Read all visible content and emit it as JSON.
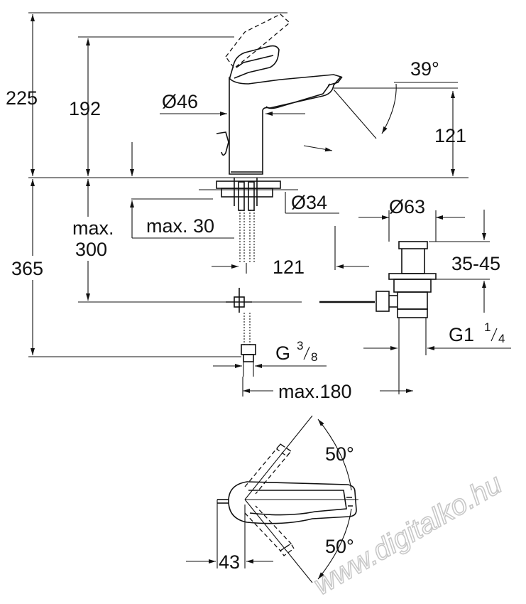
{
  "dimensions": {
    "height_total": "225",
    "height_spout": "192",
    "body_diameter": "Ø46",
    "lever_angle": "39°",
    "spout_height": "121",
    "hole_diameter": "Ø34",
    "deck_max_label": "max. 30",
    "hose_max_line1": "max.",
    "hose_max_line2": "300",
    "below_deck": "365",
    "projection": "121",
    "waste_diameter": "Ø63",
    "waste_range": "35-45",
    "waste_thread_main": "G1",
    "waste_thread_num": "1",
    "waste_thread_den": "4",
    "connection_main": "G",
    "connection_num": "3",
    "connection_den": "8",
    "distance_max": "max.180",
    "rotation_angle_top": "50°",
    "rotation_angle_bottom": "50°",
    "lever_offset": "43"
  },
  "watermark": "www.digitalko.hu"
}
